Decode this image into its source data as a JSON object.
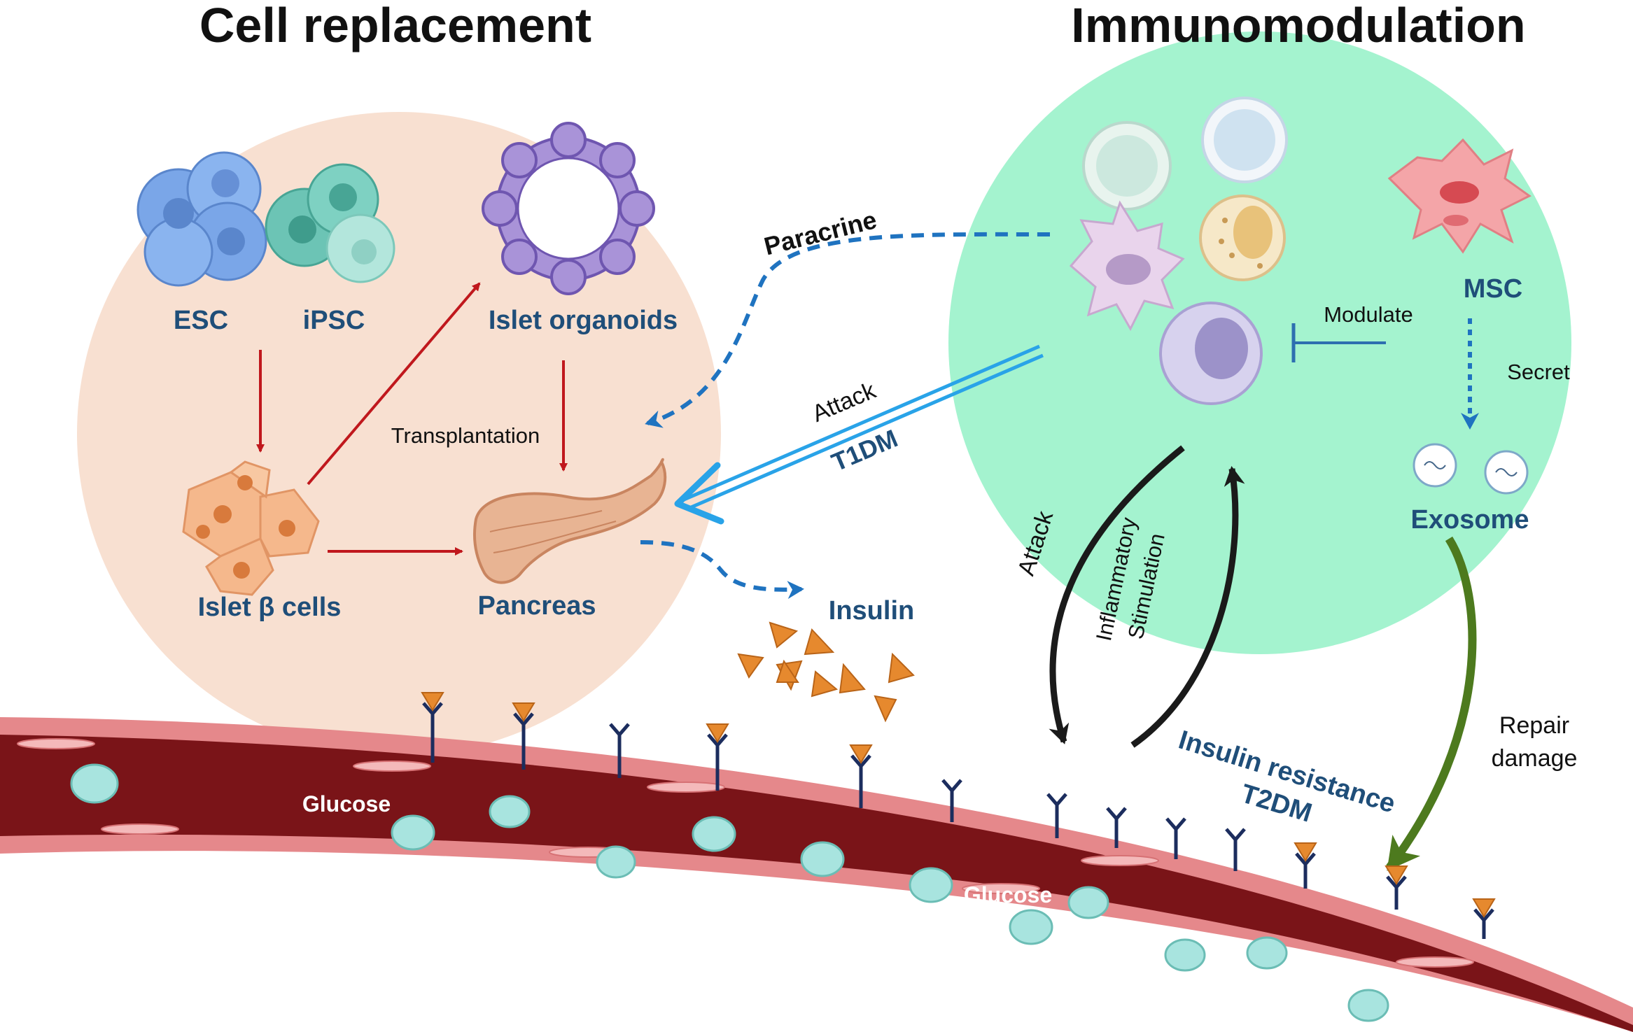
{
  "titles": {
    "left": "Cell replacement",
    "right": "Immunomodulation"
  },
  "cell_replacement": {
    "esc": "ESC",
    "ipsc": "iPSC",
    "islet_organoids": "Islet organoids",
    "islet_beta_cells": "Islet β cells",
    "pancreas": "Pancreas",
    "transplantation": "Transplantation"
  },
  "immunomodulation": {
    "msc": "MSC",
    "modulate": "Modulate",
    "secret": "Secret",
    "exosome": "Exosome"
  },
  "arrows": {
    "paracrine": "Paracrine",
    "attack_t1": "Attack",
    "t1dm": "T1DM",
    "insulin": "Insulin",
    "attack_t2": "Attack",
    "inflammatory": "Inflammatory",
    "stimulation": "Stimulation",
    "insulin_resistance": "Insulin resistance",
    "t2dm": "T2DM",
    "repair": "Repair",
    "damage": "damage"
  },
  "vessel": {
    "glucose_left": "Glucose",
    "glucose_right": "Glucose"
  },
  "colors": {
    "left_circle": "#f8e0d1",
    "right_circle": "#a4f3cf",
    "label_blue": "#1f4e79",
    "red_arrow": "#c0181d",
    "dashed_blue": "#1f73c0",
    "t1dm_arrow": "#29a3e8",
    "vessel_lumen": "#7a1418",
    "vessel_wall": "#e5888b",
    "insulin_orange": "#e6892e",
    "repair_green": "#4d7a1e",
    "glucose_cyan": "#a8e4df"
  }
}
